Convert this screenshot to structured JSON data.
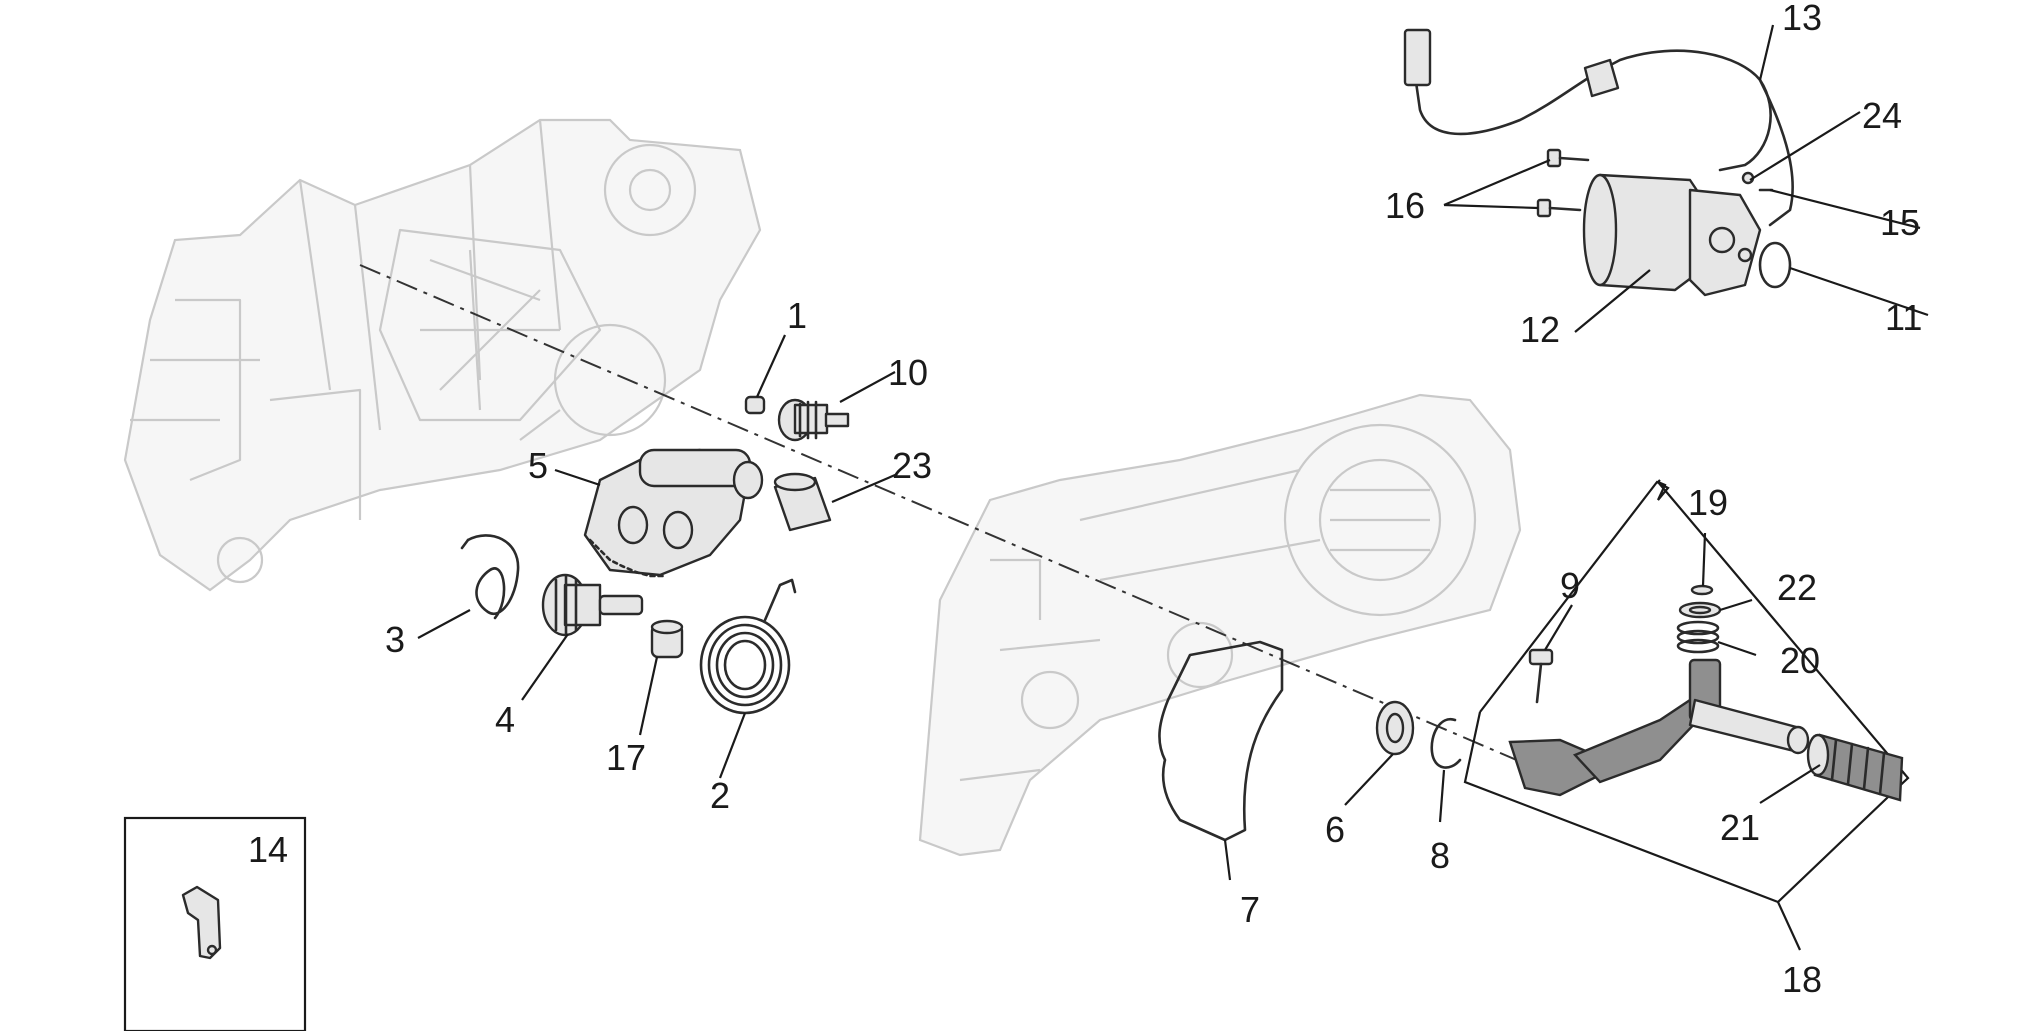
{
  "parts": {
    "p1": "1",
    "p2": "2",
    "p3": "3",
    "p4": "4",
    "p5": "5",
    "p6": "6",
    "p7": "7",
    "p8": "8",
    "p9": "9",
    "p10": "10",
    "p11": "11",
    "p12": "12",
    "p13": "13",
    "p14": "14",
    "p15": "15",
    "p16": "16",
    "p17": "17",
    "p18": "18",
    "p19": "19",
    "p20": "20",
    "p21": "21",
    "p22": "22",
    "p23": "23",
    "p24": "24"
  },
  "colors": {
    "line": "#2b2b2b",
    "ghost": "#c9c9c9",
    "shaded": "#8f8f8f"
  }
}
